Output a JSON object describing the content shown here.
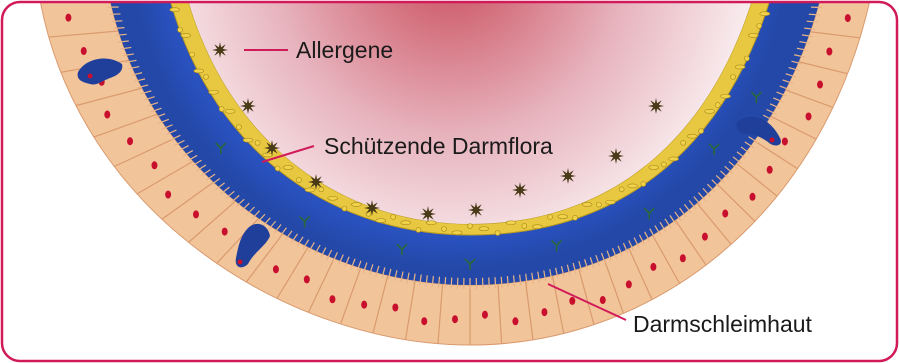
{
  "labels": {
    "allergens": "Allergene",
    "flora": "Schützende Darmflora",
    "mucosa": "Darmschleimhaut"
  },
  "colors": {
    "frame": "#d11a5a",
    "lumen_center": "#c94a5a",
    "lumen_edge": "#f7eef0",
    "mucus_layer": "#1f3f9a",
    "flora_layer": "#e8c840",
    "cell_fill": "#f2c49a",
    "cell_edge": "#d99a6e",
    "nucleus": "#c8102e",
    "allergen": "#4a3b18",
    "antibody": "#2a6a3a",
    "leader_line": "#d11a5a"
  },
  "icons": {
    "allergen": "star-burst-icon",
    "antibody": "y-shaped-antibody-icon",
    "goblet_cell": "goblet-cell-icon"
  }
}
